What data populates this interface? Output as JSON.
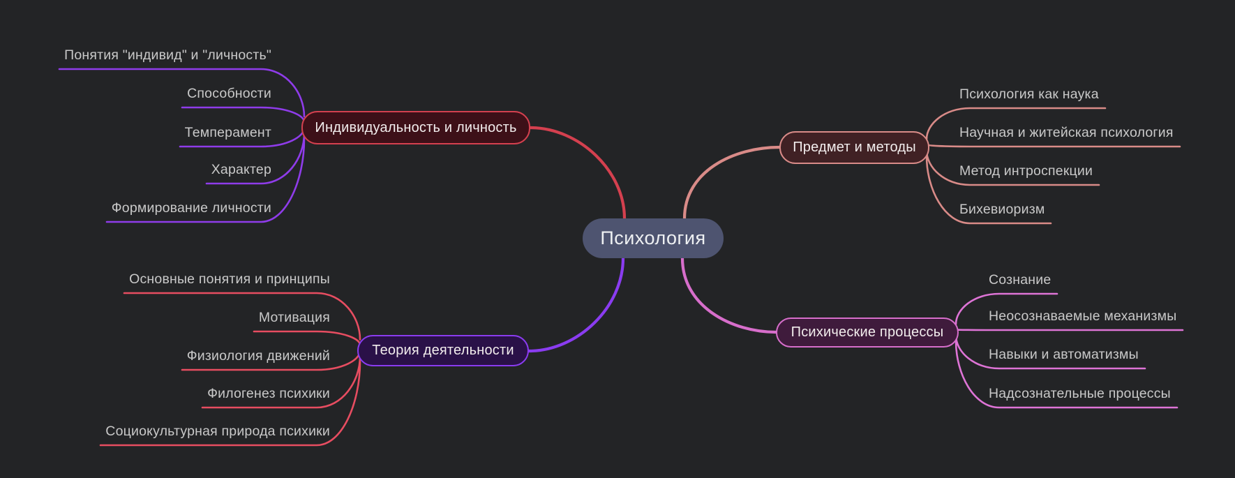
{
  "canvas": {
    "background": "#232426"
  },
  "central_topic": {
    "label": "Психология",
    "fill": "#4e5470",
    "text_color": "#eef0f2"
  },
  "subtopic_text_color": "#c9c9c9",
  "branches": [
    {
      "label": "Индивидуальность и личность",
      "border_color": "#d4404f",
      "fill_color": "#3d1018",
      "child_line_color": "#8f3cea",
      "children": [
        "Понятия \"индивид\" и \"личность\"",
        "Способности",
        "Темперамент",
        "Характер",
        "Формирование личности"
      ]
    },
    {
      "label": "Предмет и методы",
      "border_color": "#d98b88",
      "fill_color": "#402124",
      "child_line_color": "#d98b88",
      "children": [
        "Психология как наука",
        "Научная и житейская психология",
        "Метод интроспекции",
        "Бихевиоризм"
      ]
    },
    {
      "label": "Теория деятельности",
      "border_color": "#8a3cf0",
      "fill_color": "#2a1148",
      "child_line_color": "#e74d61",
      "children": [
        "Основные понятия и принципы",
        "Мотивация",
        "Физиология движений",
        "Филогенез психики",
        "Социокультурная природа психики"
      ]
    },
    {
      "label": "Психические процессы",
      "border_color": "#d76ecb",
      "fill_color": "#3f1b3c",
      "child_line_color": "#de74d6",
      "children": [
        "Сознание",
        "Неосознаваемые механизмы",
        "Навыки и автоматизмы",
        "Надсознательные процессы"
      ]
    }
  ]
}
